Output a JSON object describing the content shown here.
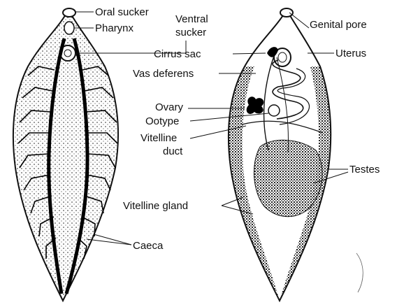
{
  "colors": {
    "ink": "#111111",
    "paper": "#ffffff"
  },
  "labels": {
    "oral_sucker": "Oral sucker",
    "pharynx": "Pharynx",
    "ventral_sucker_line1": "Ventral",
    "ventral_sucker_line2": "sucker",
    "caeca": "Caeca",
    "genital_pore": "Genital pore",
    "cirrus_sac": "Cirrus sac",
    "uterus": "Uterus",
    "vas_deferens": "Vas deferens",
    "ovary": "Ovary",
    "ootype": "Ootype",
    "vitelline_duct_line1": "Vitelline",
    "vitelline_duct_line2": "duct",
    "testes": "Testes",
    "vitelline_gland": "Vitelline gland"
  }
}
